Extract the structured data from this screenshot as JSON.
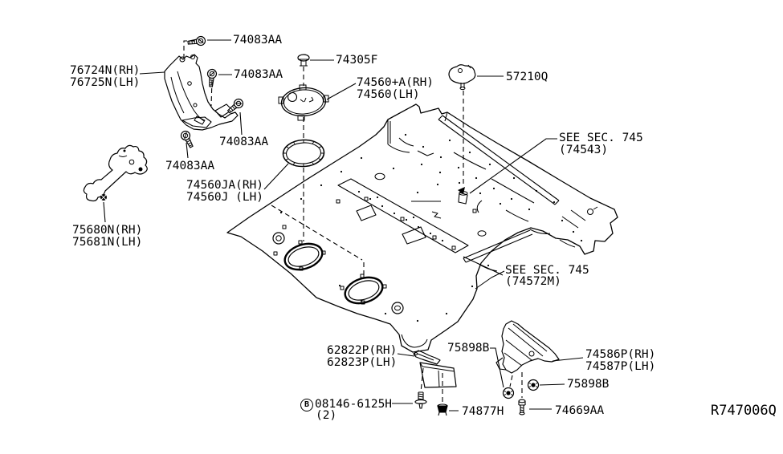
{
  "diagram": {
    "kind": "vehicle floor fitting parts diagram",
    "reference_code": "R747006Q",
    "colors": {
      "line": "#000000",
      "background": "#ffffff"
    }
  },
  "labels": {
    "l74083aa_1": "74083AA",
    "l76724n": "76724N(RH)",
    "l76725n": "76725N(LH)",
    "l74083aa_2": "74083AA",
    "l74305f": "74305F",
    "l74560pa": "74560+A(RH)",
    "l74560": "74560(LH)",
    "l57210q": "57210Q",
    "l74083aa_3": "74083AA",
    "l74083aa_4": "74083AA",
    "lseesec_a1": "SEE SEC. 745",
    "lseesec_a2": "(74543)",
    "l74560ja": "74560JA(RH)",
    "l74560j": "74560J (LH)",
    "l75680n": "75680N(RH)",
    "l75681n": "75681N(LH)",
    "lseesec_b1": "SEE SEC. 745",
    "lseesec_b2": "(74572M)",
    "l62822p": "62822P(RH)",
    "l62823p": "62823P(LH)",
    "l75898b_1": "75898B",
    "l74586p": "74586P(RH)",
    "l74587p": "74587P(LH)",
    "l75898b_2": "75898B",
    "lbolt_b": "B",
    "lbolt_num": "08146-6125H",
    "lbolt_qty": "(2)",
    "l74877h": "74877H",
    "l74669aa": "74669AA",
    "lref": "R747006Q"
  }
}
